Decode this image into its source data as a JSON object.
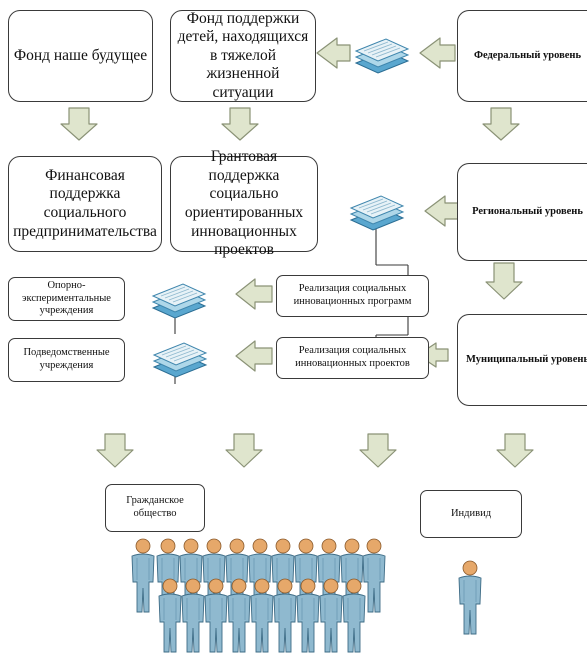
{
  "boxes": {
    "fund_future": "Фонд наше будущее",
    "fund_children": "Фонд поддержки детей, находящихся в тяжелой жизненной ситуации",
    "federal": "Федеральный уровень",
    "financial_support": "Финансовая поддержка социального предпринимательства",
    "grant_support": "Грантовая поддержка социально ориентированных инновационных проектов",
    "regional": "Региональный уровень",
    "support_institutions": "Опорно-экспериментальные учреждения",
    "programs": "Реализация социальных инновационных программ",
    "subordinate_institutions": "Подведомственные учреждения",
    "projects": "Реализация социальных инновационных проектов",
    "municipal": "Муниципальный уровень",
    "civil_society": "Гражданское общество",
    "individual": "Индивид"
  },
  "icons": {
    "arrow": "block-arrow-icon",
    "documents": "document-stack-icon",
    "person": "person-figure-icon"
  },
  "colors": {
    "arrow_fill": "#dfe5cd",
    "arrow_stroke": "#8a9276",
    "document_light": "#e7f2f7",
    "document_mid": "#aed7e9",
    "document_dark": "#5aa7cf",
    "person_body": "#8fb9cf",
    "person_head": "#e6a86a"
  }
}
